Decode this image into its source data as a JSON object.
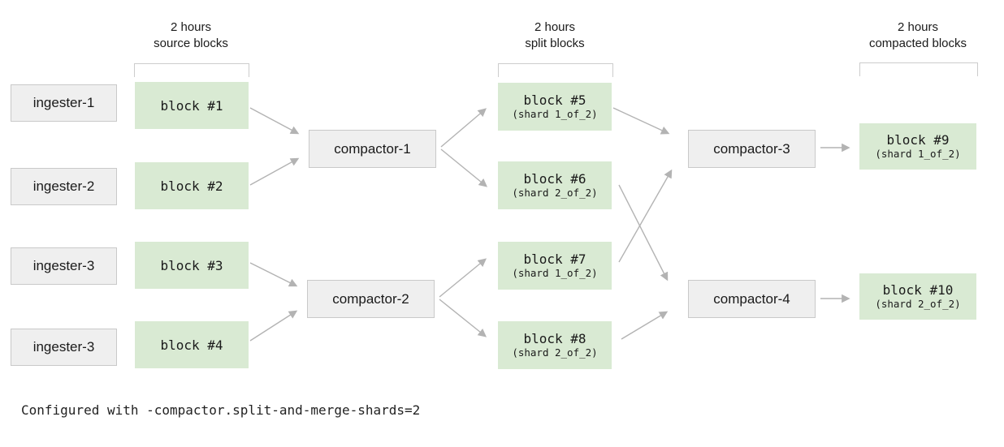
{
  "diagram": {
    "headers": [
      {
        "line1": "2 hours",
        "line2": "source blocks"
      },
      {
        "line1": "2 hours",
        "line2": "split blocks"
      },
      {
        "line1": "2 hours",
        "line2": "compacted blocks"
      }
    ],
    "ingesters": [
      {
        "label": "ingester-1"
      },
      {
        "label": "ingester-2"
      },
      {
        "label": "ingester-3"
      },
      {
        "label": "ingester-3"
      }
    ],
    "source_blocks": [
      {
        "label": "block #1"
      },
      {
        "label": "block #2"
      },
      {
        "label": "block #3"
      },
      {
        "label": "block #4"
      }
    ],
    "compactors": [
      {
        "label": "compactor-1"
      },
      {
        "label": "compactor-2"
      },
      {
        "label": "compactor-3"
      },
      {
        "label": "compactor-4"
      }
    ],
    "split_blocks": [
      {
        "label": "block #5",
        "shard": "(shard 1_of_2)"
      },
      {
        "label": "block #6",
        "shard": "(shard 2_of_2)"
      },
      {
        "label": "block #7",
        "shard": "(shard 1_of_2)"
      },
      {
        "label": "block #8",
        "shard": "(shard 2_of_2)"
      }
    ],
    "compacted_blocks": [
      {
        "label": "block #9",
        "shard": "(shard 1_of_2)"
      },
      {
        "label": "block #10",
        "shard": "(shard 2_of_2)"
      }
    ],
    "edges": [
      {
        "from": "block #1",
        "to": "compactor-1"
      },
      {
        "from": "block #2",
        "to": "compactor-1"
      },
      {
        "from": "block #3",
        "to": "compactor-2"
      },
      {
        "from": "block #4",
        "to": "compactor-2"
      },
      {
        "from": "compactor-1",
        "to": "block #5"
      },
      {
        "from": "compactor-1",
        "to": "block #6"
      },
      {
        "from": "compactor-2",
        "to": "block #7"
      },
      {
        "from": "compactor-2",
        "to": "block #8"
      },
      {
        "from": "block #5",
        "to": "compactor-3"
      },
      {
        "from": "block #6",
        "to": "compactor-4"
      },
      {
        "from": "block #7",
        "to": "compactor-3"
      },
      {
        "from": "block #8",
        "to": "compactor-4"
      },
      {
        "from": "compactor-3",
        "to": "block #9"
      },
      {
        "from": "compactor-4",
        "to": "block #10"
      }
    ],
    "footer": "Configured with -compactor.split-and-merge-shards=2",
    "colors": {
      "block_green": "#d9ead3",
      "box_gray": "#efefef",
      "box_border": "#c9c9c9",
      "arrow": "#b3b3b3",
      "bracket": "#cccccc",
      "text": "#1a1a1a"
    }
  }
}
